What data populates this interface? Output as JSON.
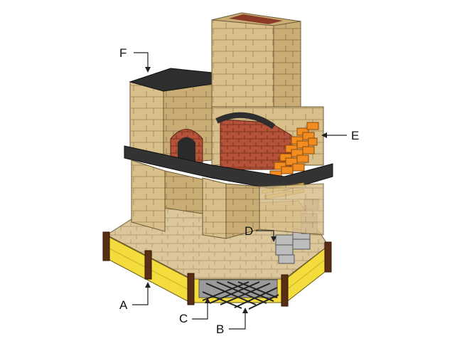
{
  "diagram": {
    "callouts": [
      {
        "id": "A",
        "label": "A"
      },
      {
        "id": "B",
        "label": "B"
      },
      {
        "id": "C",
        "label": "C"
      },
      {
        "id": "D",
        "label": "D"
      },
      {
        "id": "E",
        "label": "E"
      },
      {
        "id": "F",
        "label": "F"
      }
    ]
  },
  "colors": {
    "stone": "#d9bf8a",
    "stone_shade": "#c2a46c",
    "stone_line": "#8a7350",
    "dark_stone": "#2e2e2e",
    "brick": "#b5533a",
    "brick_dark": "#7a2e1e",
    "orange_brick": "#f28c1e",
    "formwork": "#f4dc3c",
    "post": "#5a2e14",
    "cinder_block": "#b9b9b9",
    "rebar": "#333333",
    "floor": "#dcc79a"
  }
}
